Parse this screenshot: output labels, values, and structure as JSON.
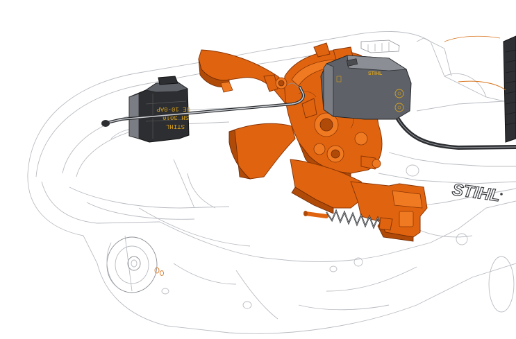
{
  "labels": {
    "housing_brand": "STIHL",
    "switch_brand": "STIHL",
    "switch_code_1": "SH 3010",
    "switch_code_2": "0E 10-0AP",
    "controller_brand": "STIHL"
  },
  "colors": {
    "housing_outline": "#b9bcc2",
    "orange_parts": "#e0640f",
    "dark_parts": "#2c2e31",
    "grey_module": "#5e6167",
    "yellow_print": "#d9a21a",
    "brand_text": "#3a3c40"
  }
}
